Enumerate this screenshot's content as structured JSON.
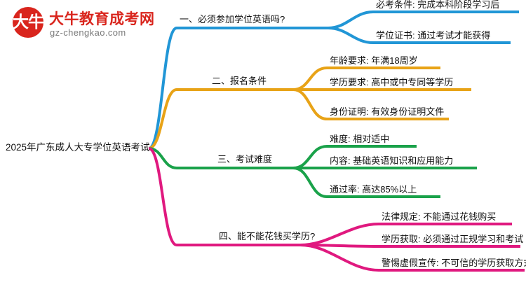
{
  "brand": {
    "logo_glyph": "大牛",
    "title": "大牛教育成考网",
    "subtitle": "gz-chengkao.com",
    "logo_color": "#d9251d"
  },
  "mindmap": {
    "root": "2025年广东成人大专学位英语考试",
    "colors": {
      "branch1": "#2196d6",
      "branch2": "#e8a317",
      "branch3": "#1aa24a",
      "branch4": "#e0197f"
    },
    "branches": [
      {
        "id": "branch1",
        "label": "一、必须参加学位英语吗?",
        "color": "#2196d6",
        "leaves": [
          "必考条件: 完成本科阶段学习后",
          "学位证书: 通过考试才能获得"
        ]
      },
      {
        "id": "branch2",
        "label": "二、报名条件",
        "color": "#e8a317",
        "leaves": [
          "年龄要求: 年满18周岁",
          "学历要求: 高中或中专同等学历",
          "身份证明: 有效身份证明文件"
        ]
      },
      {
        "id": "branch3",
        "label": "三、考试难度",
        "color": "#1aa24a",
        "leaves": [
          "难度: 相对适中",
          "内容: 基础英语知识和应用能力",
          "通过率: 高达85%以上"
        ]
      },
      {
        "id": "branch4",
        "label": "四、能不能花钱买学历?",
        "color": "#e0197f",
        "leaves": [
          "法律规定: 不能通过花钱购买",
          "学历获取: 必须通过正规学习和考试",
          "警惕虚假宣传: 不可信的学历获取方式"
        ]
      }
    ]
  }
}
